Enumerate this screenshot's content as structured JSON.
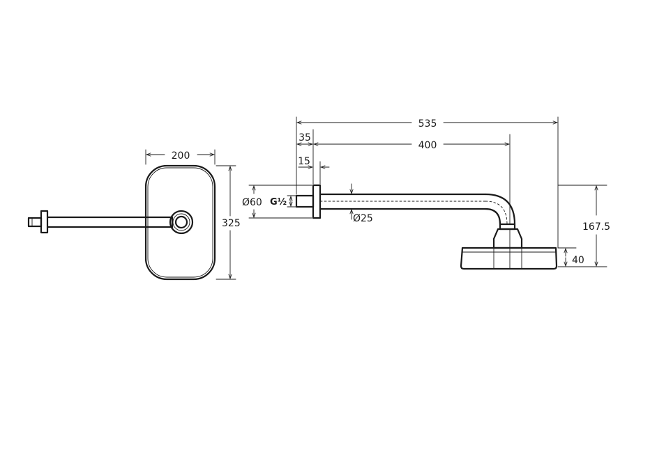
{
  "dimensions": {
    "plate_width": "200",
    "plate_height": "325",
    "arm_total_length": "535",
    "flange_offset": "35",
    "arm_length": "400",
    "thread_length": "15",
    "flange_diameter": "Ø60",
    "thread_size": "G½",
    "pipe_diameter": "Ø25",
    "overall_drop": "167.5",
    "head_height": "40"
  }
}
